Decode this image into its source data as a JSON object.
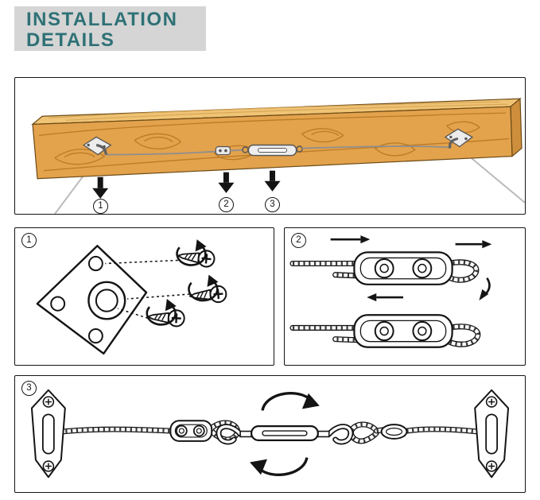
{
  "title": {
    "line1": "INSTALLATION",
    "line2": "DETAILS"
  },
  "colors": {
    "accent_teal": "#2E7176",
    "title_bg": "#D5D5D5",
    "outline": "#141414",
    "wood_face": "#E3A24C",
    "wood_top": "#F0C475",
    "wood_end": "#CE8F3C",
    "wood_grain": "#B2701C",
    "hardware_gray": "#EDEDED",
    "wire_gray": "#BBBBBB"
  },
  "overview": {
    "callouts": [
      {
        "label": "1"
      },
      {
        "label": "2"
      },
      {
        "label": "3"
      }
    ]
  },
  "panels": [
    {
      "label": "1"
    },
    {
      "label": "2"
    },
    {
      "label": "3"
    }
  ]
}
